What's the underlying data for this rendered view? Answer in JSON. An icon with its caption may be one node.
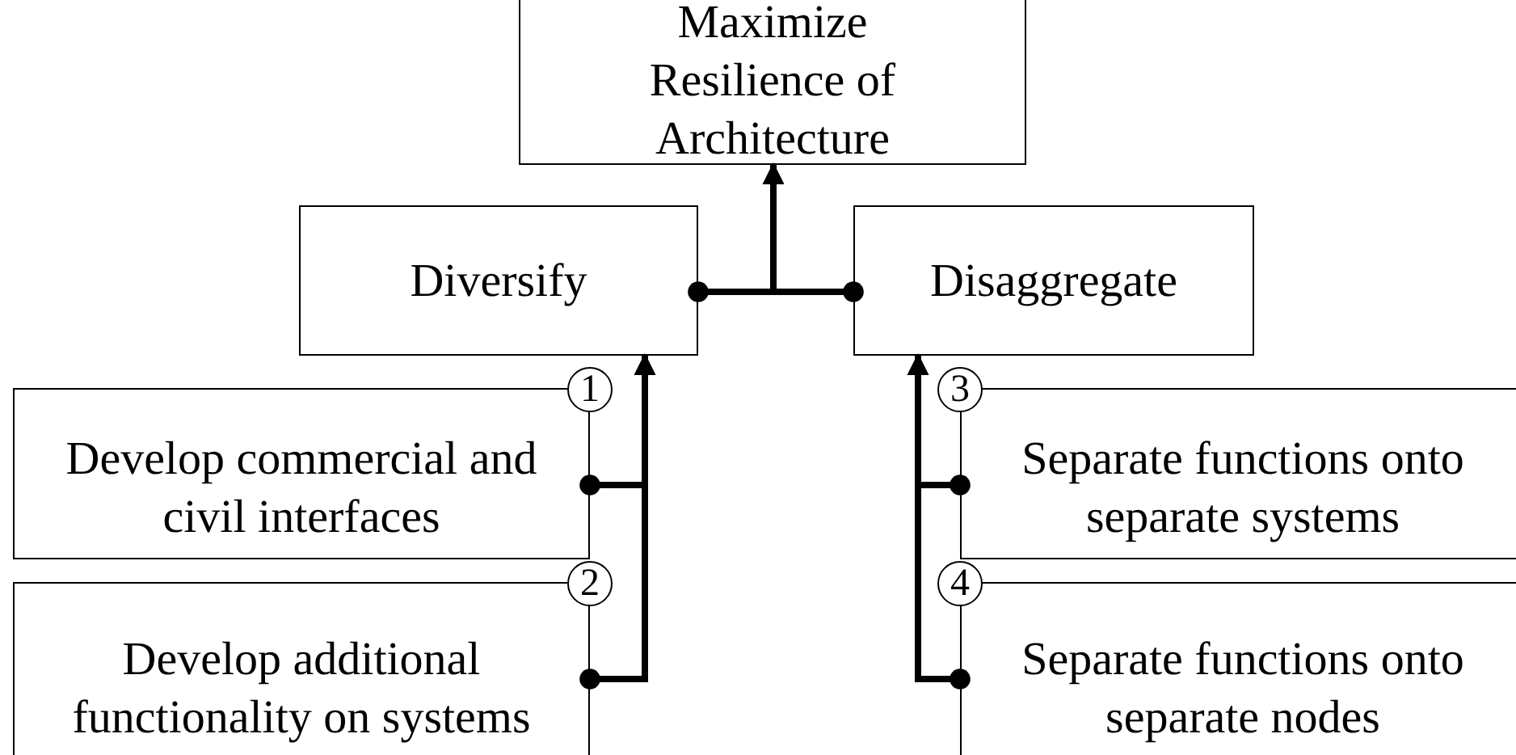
{
  "diagram": {
    "nodes": [
      {
        "text": [
          "Maximize Resilience of Architecture"
        ]
      },
      {
        "text": [
          "Diversify"
        ]
      },
      {
        "text": [
          "Disaggregate"
        ]
      },
      {
        "text": [
          "Develop commercial and civil interfaces"
        ],
        "beside": [
          "1"
        ]
      },
      {
        "text": [
          "Develop additional functionality on systems"
        ],
        "beside": [
          "2"
        ]
      },
      {
        "text": [
          "Separate functions onto separate systems"
        ],
        "beside": [
          "3"
        ]
      },
      {
        "text": [
          "Separate functions onto separate nodes"
        ],
        "beside": [
          "4"
        ]
      }
    ],
    "edges": [
      {
        "from": 1,
        "to": 0,
        "arrow": "to"
      },
      {
        "from": 2,
        "to": 0,
        "arrow": "to"
      },
      {
        "from": 3,
        "to": 1,
        "arrow": "to"
      },
      {
        "from": 4,
        "to": 1,
        "arrow": "to"
      },
      {
        "from": 5,
        "to": 2,
        "arrow": "to"
      },
      {
        "from": 6,
        "to": 2,
        "arrow": "to"
      }
    ]
  }
}
